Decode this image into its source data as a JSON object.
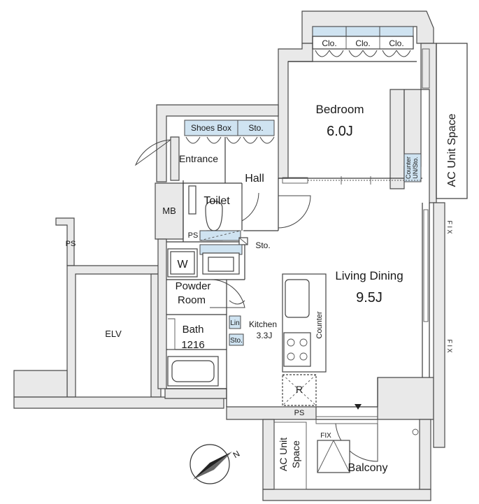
{
  "rooms": {
    "bedroom": {
      "name": "Bedroom",
      "size": "6.0J"
    },
    "living": {
      "name": "Living Dining",
      "size": "9.5J"
    },
    "hall": "Hall",
    "entrance": "Entrance",
    "toilet": "Toilet",
    "powder_line1": "Powder",
    "powder_line2": "Room",
    "bath_line1": "Bath",
    "bath_line2": "1216",
    "kitchen_line1": "Kitchen",
    "kitchen_line2": "3.3J",
    "balcony": "Balcony",
    "elv": "ELV"
  },
  "labels": {
    "clo": "Clo.",
    "shoes_box": "Shoes Box",
    "sto": "Sto.",
    "mb": "MB",
    "ps": "PS",
    "w": "W",
    "lin": "Lin",
    "r": "R",
    "counter": "Counter",
    "counter_un_line1": "Counter",
    "counter_un_line2": "UN/Sto.",
    "ac_unit_space": "AC Unit Space",
    "ac_unit_line1": "AC Unit",
    "ac_unit_line2": "Space",
    "fix": "FIX",
    "fix_vertical": "F I X",
    "north": "N"
  },
  "colors": {
    "storage_fill": "#cfe3f1",
    "wall_fill": "#e9e9e9",
    "line": "#3a3a3a"
  }
}
